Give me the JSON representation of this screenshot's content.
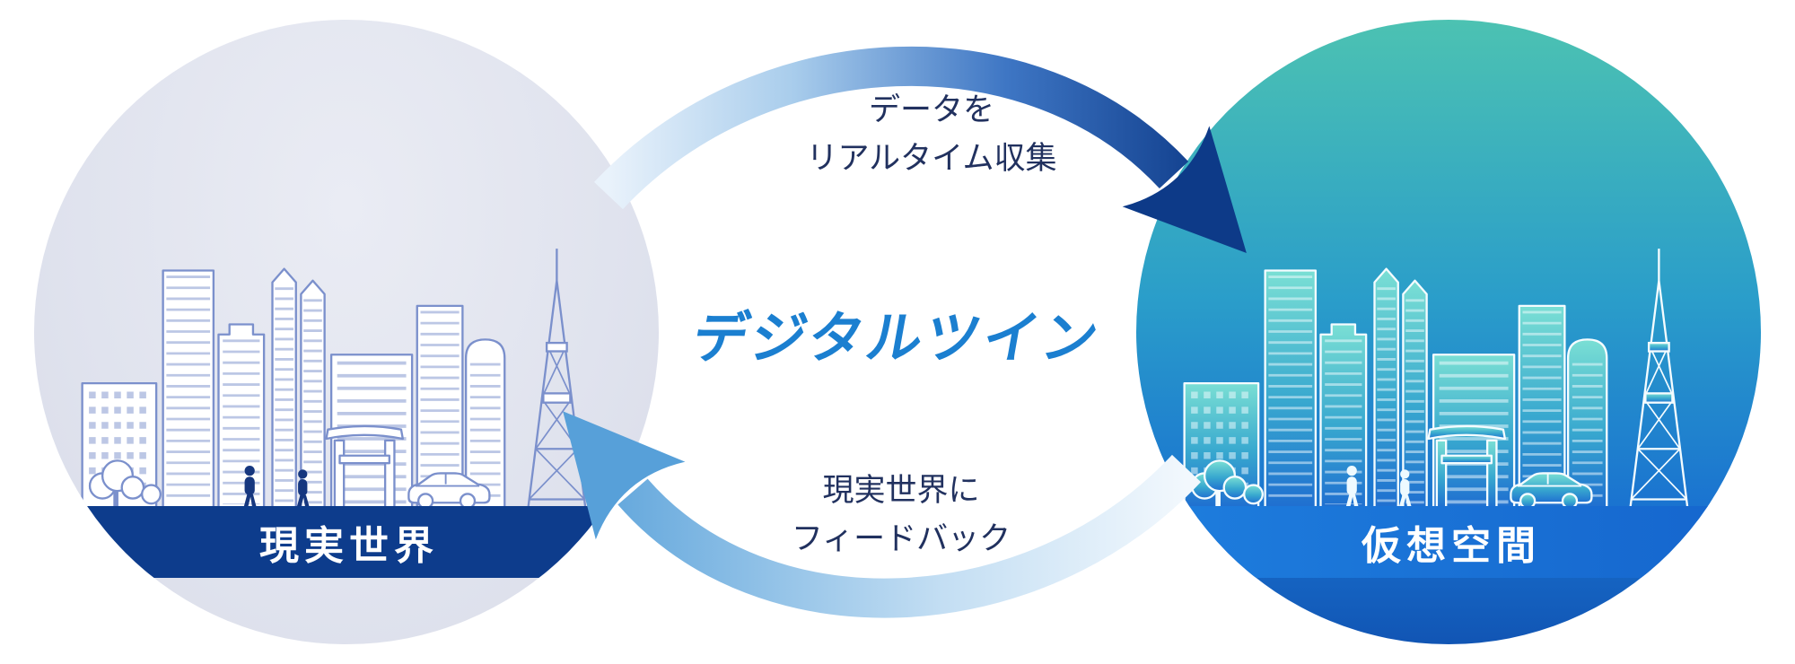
{
  "diagram": {
    "title": "デジタルツイン",
    "left_circle": {
      "label": "現実世界"
    },
    "right_circle": {
      "label": "仮想空間"
    },
    "top_arrow": {
      "line1": "データを",
      "line2": "リアルタイム収集",
      "direction": "left-to-right"
    },
    "bottom_arrow": {
      "line1": "現実世界に",
      "line2": "フィードバック",
      "direction": "right-to-left"
    }
  },
  "colors": {
    "navy_banner": "#0d3c8c",
    "title_blue": "#1b7fd0",
    "right_banner_blue": "#1e7ede",
    "right_circle_teal_top": "#4cc2b2",
    "right_circle_blue_bottom": "#1155b4",
    "left_circle_bg": "#e0e3ee",
    "arrow_dark_navy": "#0d3a88",
    "arrow_light_blue": "#5aa2da",
    "label_text": "#21315f"
  }
}
